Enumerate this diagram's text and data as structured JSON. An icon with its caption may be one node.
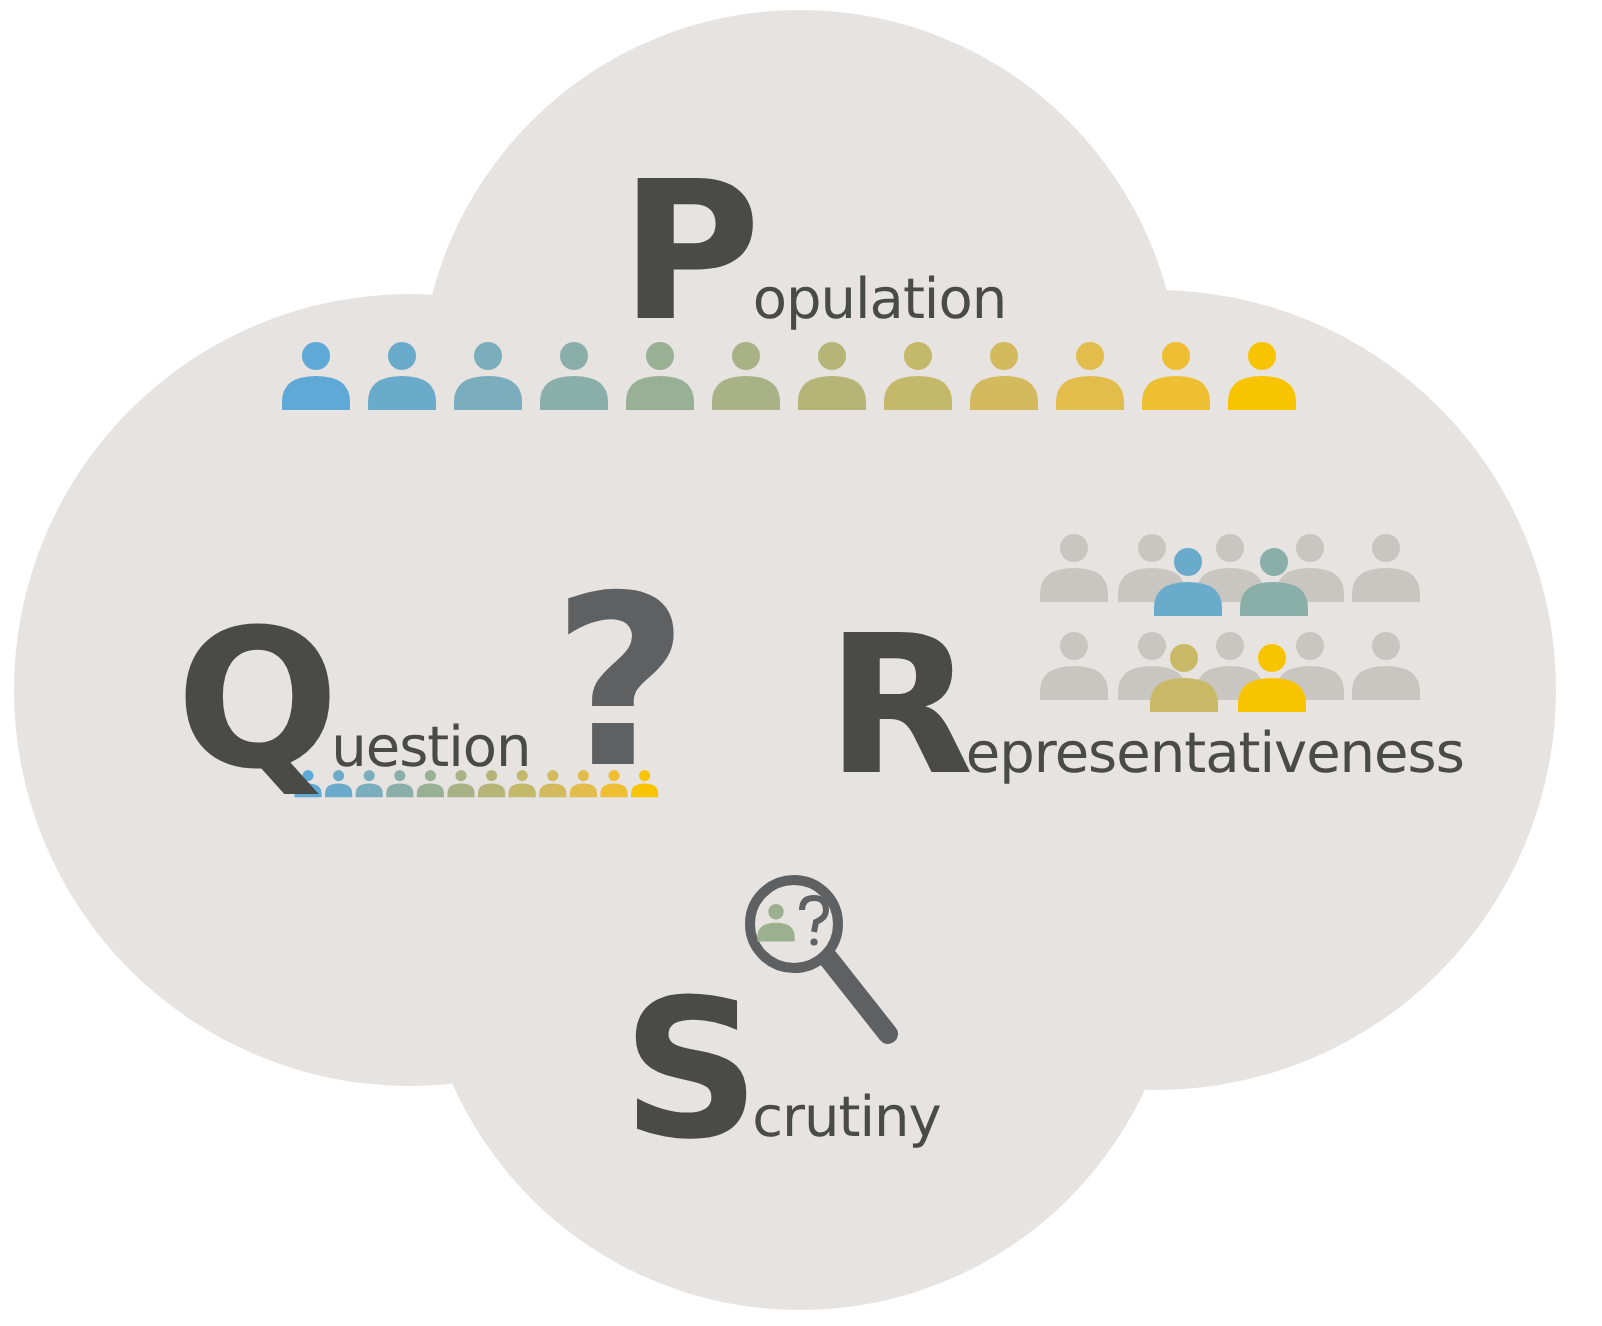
{
  "diagram": {
    "labels": [
      "Population",
      "Question",
      "?",
      "Representativeness",
      "Scrutiny"
    ]
  }
}
